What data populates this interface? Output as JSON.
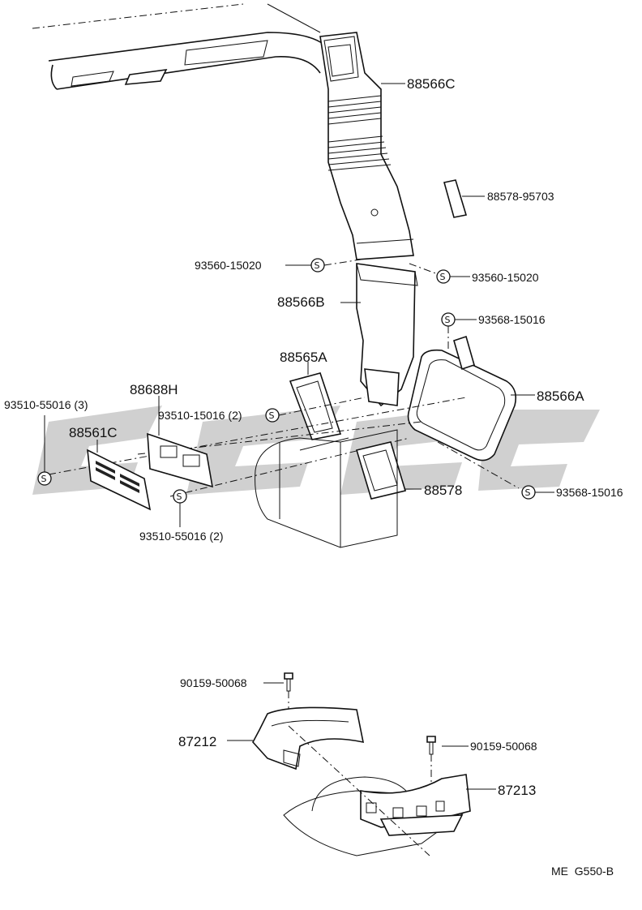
{
  "parts": {
    "duct_upper": "88566C",
    "clip": "88578-95703",
    "screw_left": "93560-15020",
    "screw_right": "93560-15020",
    "duct_middle": "88566B",
    "screw_88566A_top": "93568-15016",
    "seal_88565A": "88565A",
    "duct_88566A": "88566A",
    "plate_88688H": "88688H",
    "screw_3_left": "93510-55016 (3)",
    "screw_2_mid": "93510-15016 (2)",
    "grille_88561C": "88561C",
    "gasket_88578": "88578",
    "screw_88566A_bottom": "93568-15016",
    "screw_2_bottom": "93510-55016 (2)",
    "bolt_left": "90159-50068",
    "bracket_87212": "87212",
    "bolt_right": "90159-50068",
    "bracket_87213": "87213"
  },
  "footer": {
    "code": "ME  G550-B"
  }
}
